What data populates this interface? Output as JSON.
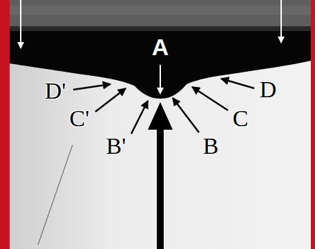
{
  "diagram": {
    "labels": [
      "A",
      "D'",
      "D",
      "C'",
      "C",
      "B'",
      "B"
    ]
  }
}
